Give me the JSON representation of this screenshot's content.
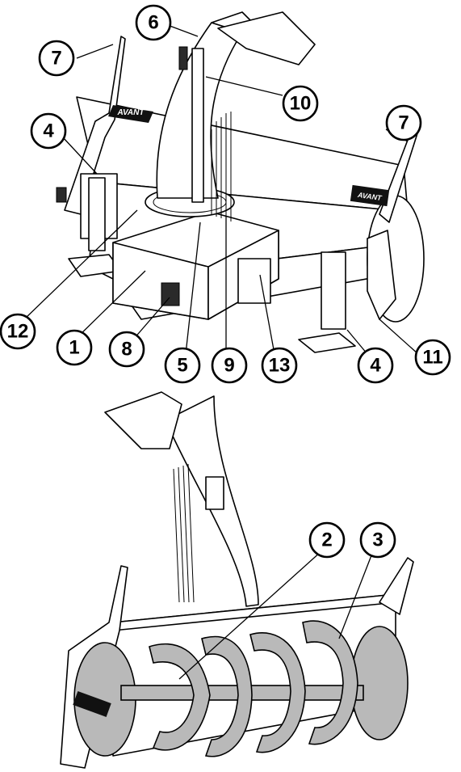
{
  "logo_top": "AVANT",
  "logo_plate": "AVANT",
  "callouts": [
    {
      "label": "6"
    },
    {
      "label": "7"
    },
    {
      "label": "10"
    },
    {
      "label": "7"
    },
    {
      "label": "4"
    },
    {
      "label": "12"
    },
    {
      "label": "1"
    },
    {
      "label": "8"
    },
    {
      "label": "5"
    },
    {
      "label": "9"
    },
    {
      "label": "13"
    },
    {
      "label": "4"
    },
    {
      "label": "11"
    },
    {
      "label": "2"
    },
    {
      "label": "3"
    }
  ]
}
